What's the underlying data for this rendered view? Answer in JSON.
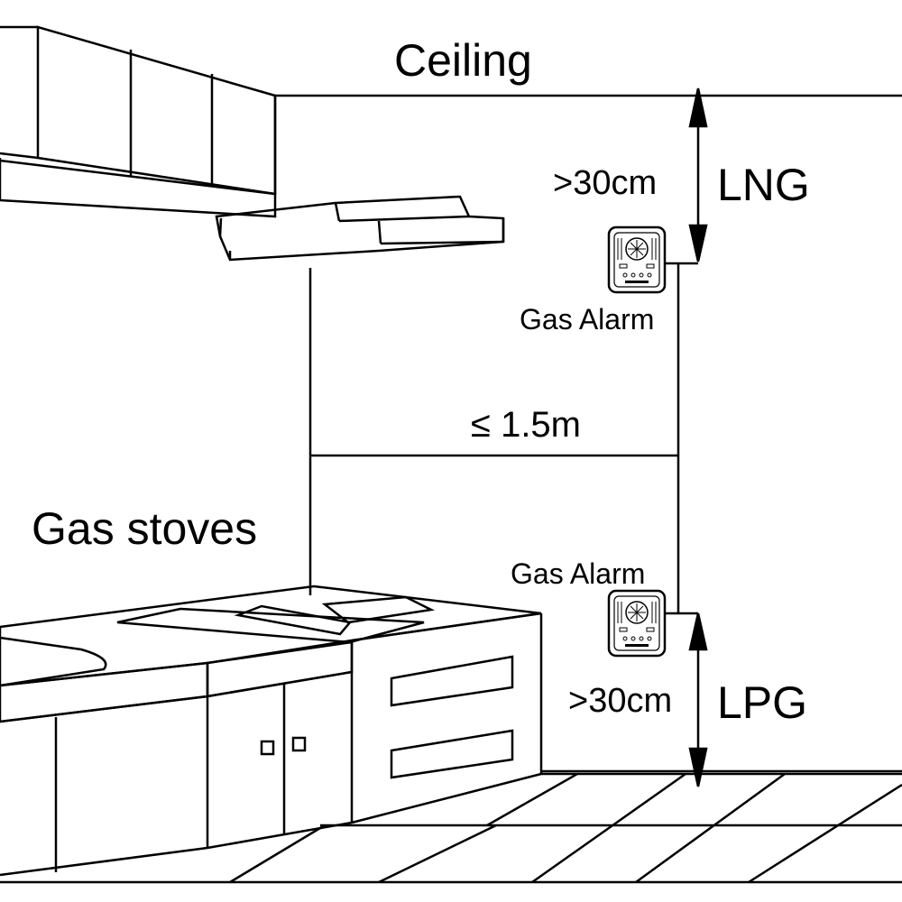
{
  "labels": {
    "ceiling": "Ceiling",
    "top_distance": ">30cm",
    "top_gas_type": "LNG",
    "top_alarm": "Gas Alarm",
    "horizontal_distance": "≤ 1.5m",
    "stove": "Gas stoves",
    "bottom_alarm": "Gas Alarm",
    "bottom_distance": ">30cm",
    "bottom_gas_type": "LPG"
  },
  "colors": {
    "ink": "#000000",
    "paper": "#ffffff"
  }
}
